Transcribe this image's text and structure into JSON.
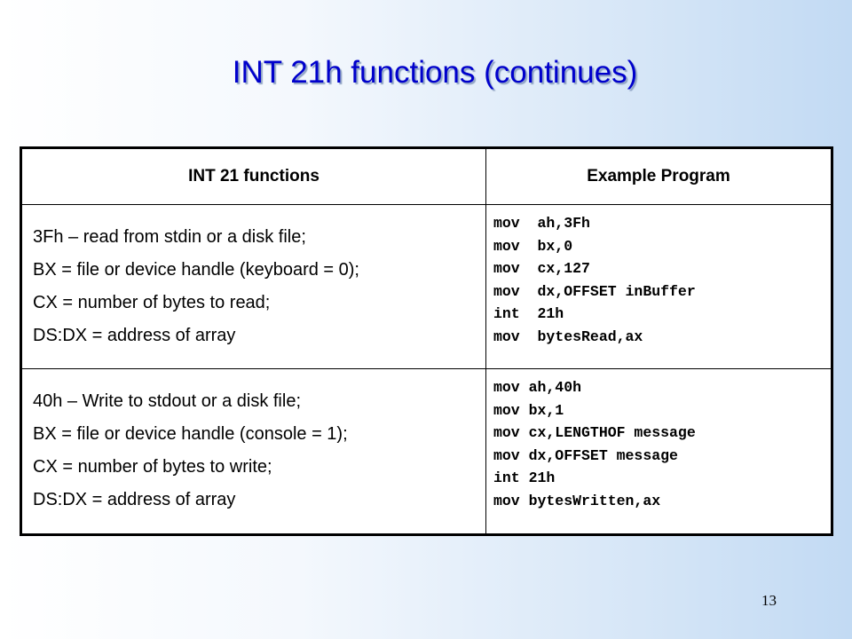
{
  "title": "INT 21h functions (continues)",
  "table": {
    "headers": [
      "INT 21 functions",
      "Example Program"
    ],
    "rows": [
      {
        "description": [
          "3Fh – read from stdin or a disk file;",
          "BX = file or device handle (keyboard = 0);",
          "CX = number of bytes to read;",
          "DS:DX = address of array"
        ],
        "code": [
          "mov  ah,3Fh",
          "mov  bx,0",
          "mov  cx,127",
          "mov  dx,OFFSET inBuffer",
          "int  21h",
          "mov  bytesRead,ax"
        ]
      },
      {
        "description": [
          "40h – Write to stdout or a disk file;",
          "BX = file or device handle (console = 1);",
          "CX = number of bytes to write;",
          "DS:DX = address of array"
        ],
        "code": [
          "mov ah,40h",
          "mov bx,1",
          "mov cx,LENGTHOF message",
          "mov dx,OFFSET message",
          "int 21h",
          "mov bytesWritten,ax"
        ]
      }
    ]
  },
  "page_number": "13"
}
